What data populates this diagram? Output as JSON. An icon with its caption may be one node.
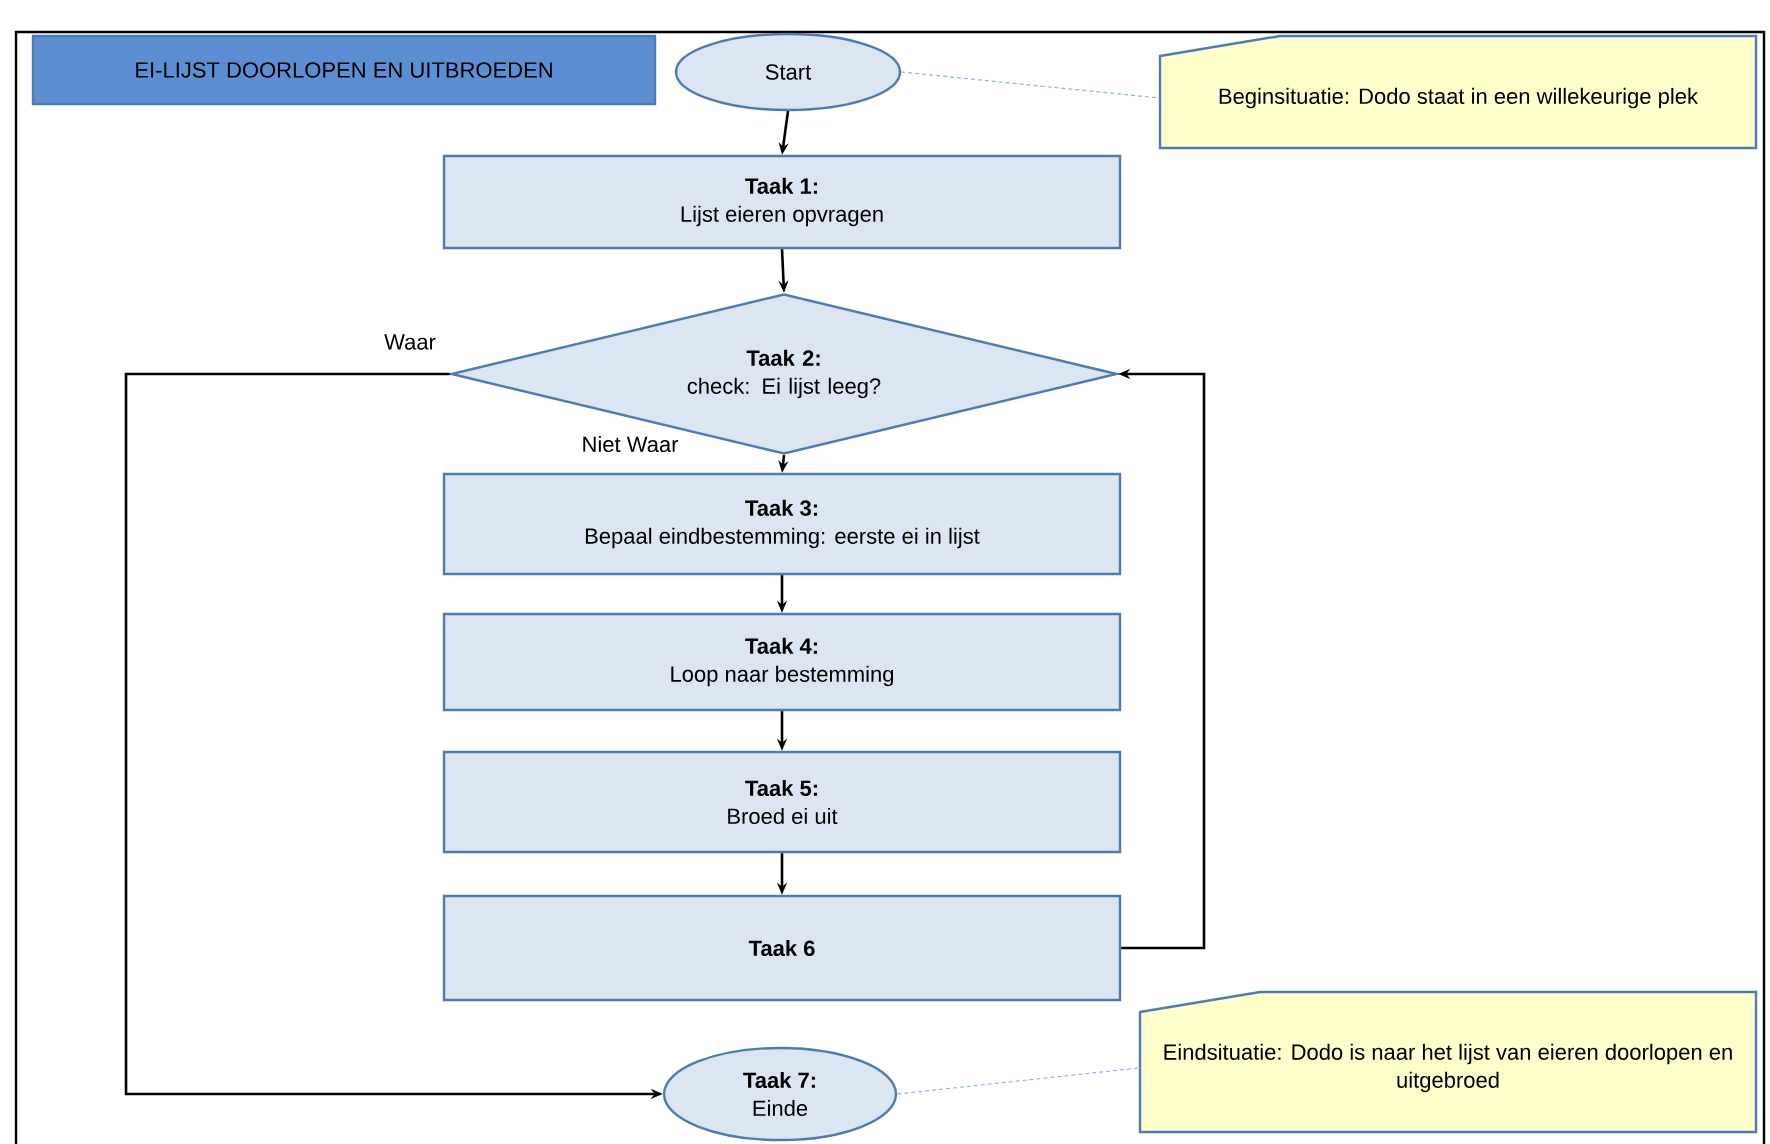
{
  "diagram": {
    "title": "EI-LIJST DOORLOPEN EN UITBROEDEN",
    "nodes": [
      {
        "text": [
          "Start"
        ]
      },
      {
        "text": [
          "Beginsituatie: Dodo staat in een willekeurige plek"
        ]
      },
      {
        "text": [
          "Taak 1:",
          "Lijst eieren opvragen"
        ]
      },
      {
        "text": [
          "Taak 2:",
          "check: Ei lijst leeg?"
        ]
      },
      {
        "text": [
          "Taak 3:",
          "Bepaal eindbestemming: eerste ei in lijst"
        ]
      },
      {
        "text": [
          "Taak 4:",
          "Loop naar bestemming"
        ]
      },
      {
        "text": [
          "Taak 5:",
          "Broed ei uit"
        ]
      },
      {
        "text": [
          "Taak 6"
        ]
      },
      {
        "text": [
          "Taak 7:",
          "Einde"
        ]
      },
      {
        "text": [
          "Eindsituatie: Dodo is naar het lijst van eieren doorlopen en uitgebroed"
        ]
      }
    ],
    "edges": [
      {
        "from": 0,
        "to": 2,
        "arrow": "to"
      },
      {
        "from": 2,
        "to": 3,
        "arrow": "to"
      },
      {
        "from": 3,
        "to": 4,
        "arrow": "to",
        "label": "Niet Waar"
      },
      {
        "from": 4,
        "to": 5,
        "arrow": "to"
      },
      {
        "from": 5,
        "to": 6,
        "arrow": "to"
      },
      {
        "from": 6,
        "to": 7,
        "arrow": "to"
      },
      {
        "from": 7,
        "to": 3,
        "arrow": "to"
      },
      {
        "from": 3,
        "to": 8,
        "arrow": "to",
        "label": "Waar"
      },
      {
        "from": 0,
        "to": 1,
        "arrow": "none",
        "style": "dashed",
        "color": "#8db3e2"
      },
      {
        "from": 8,
        "to": 9,
        "arrow": "none",
        "style": "dashed",
        "color": "#8db3e2"
      }
    ]
  }
}
